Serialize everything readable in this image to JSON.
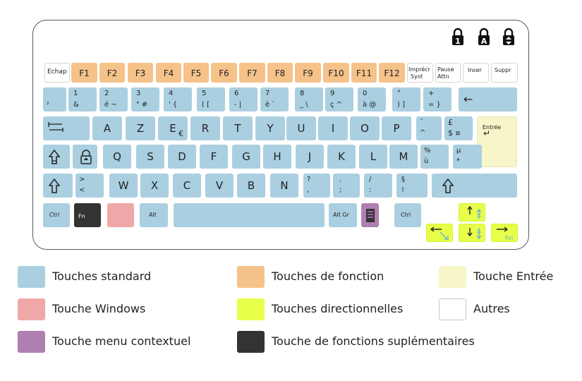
{
  "colors": {
    "standard": "#a9cfe0",
    "function": "#f5c28a",
    "enter": "#f6f6c9",
    "windows": "#f0a7a7",
    "arrows": "#e7ff48",
    "other": "#ffffff",
    "context": "#b07fb2",
    "extra": "#333333"
  },
  "lock_indicators": [
    "1",
    "A",
    "arrow-lock-icon"
  ],
  "row_top": {
    "echap": "Echap",
    "f_keys": [
      "F1",
      "F2",
      "F3",
      "F4",
      "F5",
      "F6",
      "F7",
      "F8",
      "F9",
      "F10",
      "F11",
      "F12"
    ],
    "imprecr_1": "Imprécr",
    "imprecr_2": "Syst",
    "pause_1": "Pause",
    "pause_2": "Attn",
    "inser": "Inser",
    "suppr": "Suppr"
  },
  "row_numbers": {
    "sup2": "²",
    "keys": [
      [
        "1",
        "&"
      ],
      [
        "2",
        "é ~"
      ],
      [
        "3",
        "\" #"
      ],
      [
        "4",
        "' {"
      ],
      [
        "5",
        "( ["
      ],
      [
        "6",
        "- |"
      ],
      [
        "7",
        "è `"
      ],
      [
        "8",
        "_ \\"
      ],
      [
        "9",
        "ç ^"
      ],
      [
        "0",
        "à @"
      ],
      [
        "°",
        ") ]"
      ],
      [
        "+",
        "= }"
      ]
    ],
    "backspace": "←"
  },
  "row_tab": {
    "letters": [
      "A",
      "Z",
      "E",
      "R",
      "T",
      "Y",
      "U",
      "I",
      "O",
      "P"
    ],
    "euro": "€",
    "trema": "¨",
    "circ": "^",
    "pound": "£",
    "dollar": "$ ¤",
    "entree": "Entrée",
    "entree_arrow": "↵"
  },
  "row_caps": {
    "letters": [
      "Q",
      "S",
      "D",
      "F",
      "G",
      "H",
      "J",
      "K",
      "L",
      "M"
    ],
    "pct": "%",
    "ugrave": "ù",
    "mu": "µ",
    "star": "*"
  },
  "row_shift": {
    "gt": ">",
    "lt": "<",
    "letters": [
      "W",
      "X",
      "C",
      "V",
      "B",
      "N"
    ],
    "q": "?",
    "comma": ",",
    "dot": ".",
    "semi": ";",
    "slash": "/",
    "colon": ":",
    "sect": "§",
    "excl": "!"
  },
  "row_bottom": {
    "ctrl_l": "Ctrl",
    "fn": "Fn",
    "alt": "Alt",
    "altgr": "Alt Gr",
    "ctrl_r": "Ctrl",
    "fin": "Fin"
  },
  "legend": [
    {
      "label": "Touches standard",
      "color": "#a9cfe0"
    },
    {
      "label": "Touches de fonction",
      "color": "#f5c28a"
    },
    {
      "label": "Touche Entrée",
      "color": "#f6f6c9"
    },
    {
      "label": "Touche Windows",
      "color": "#f0a7a7"
    },
    {
      "label": "Touches directionnelles",
      "color": "#e7ff48"
    },
    {
      "label": "Autres",
      "color": "#ffffff"
    },
    {
      "label": "Touche menu contextuel",
      "color": "#b07fb2"
    },
    {
      "label": "Touche de fonctions suplémentaires",
      "color": "#333333"
    }
  ]
}
